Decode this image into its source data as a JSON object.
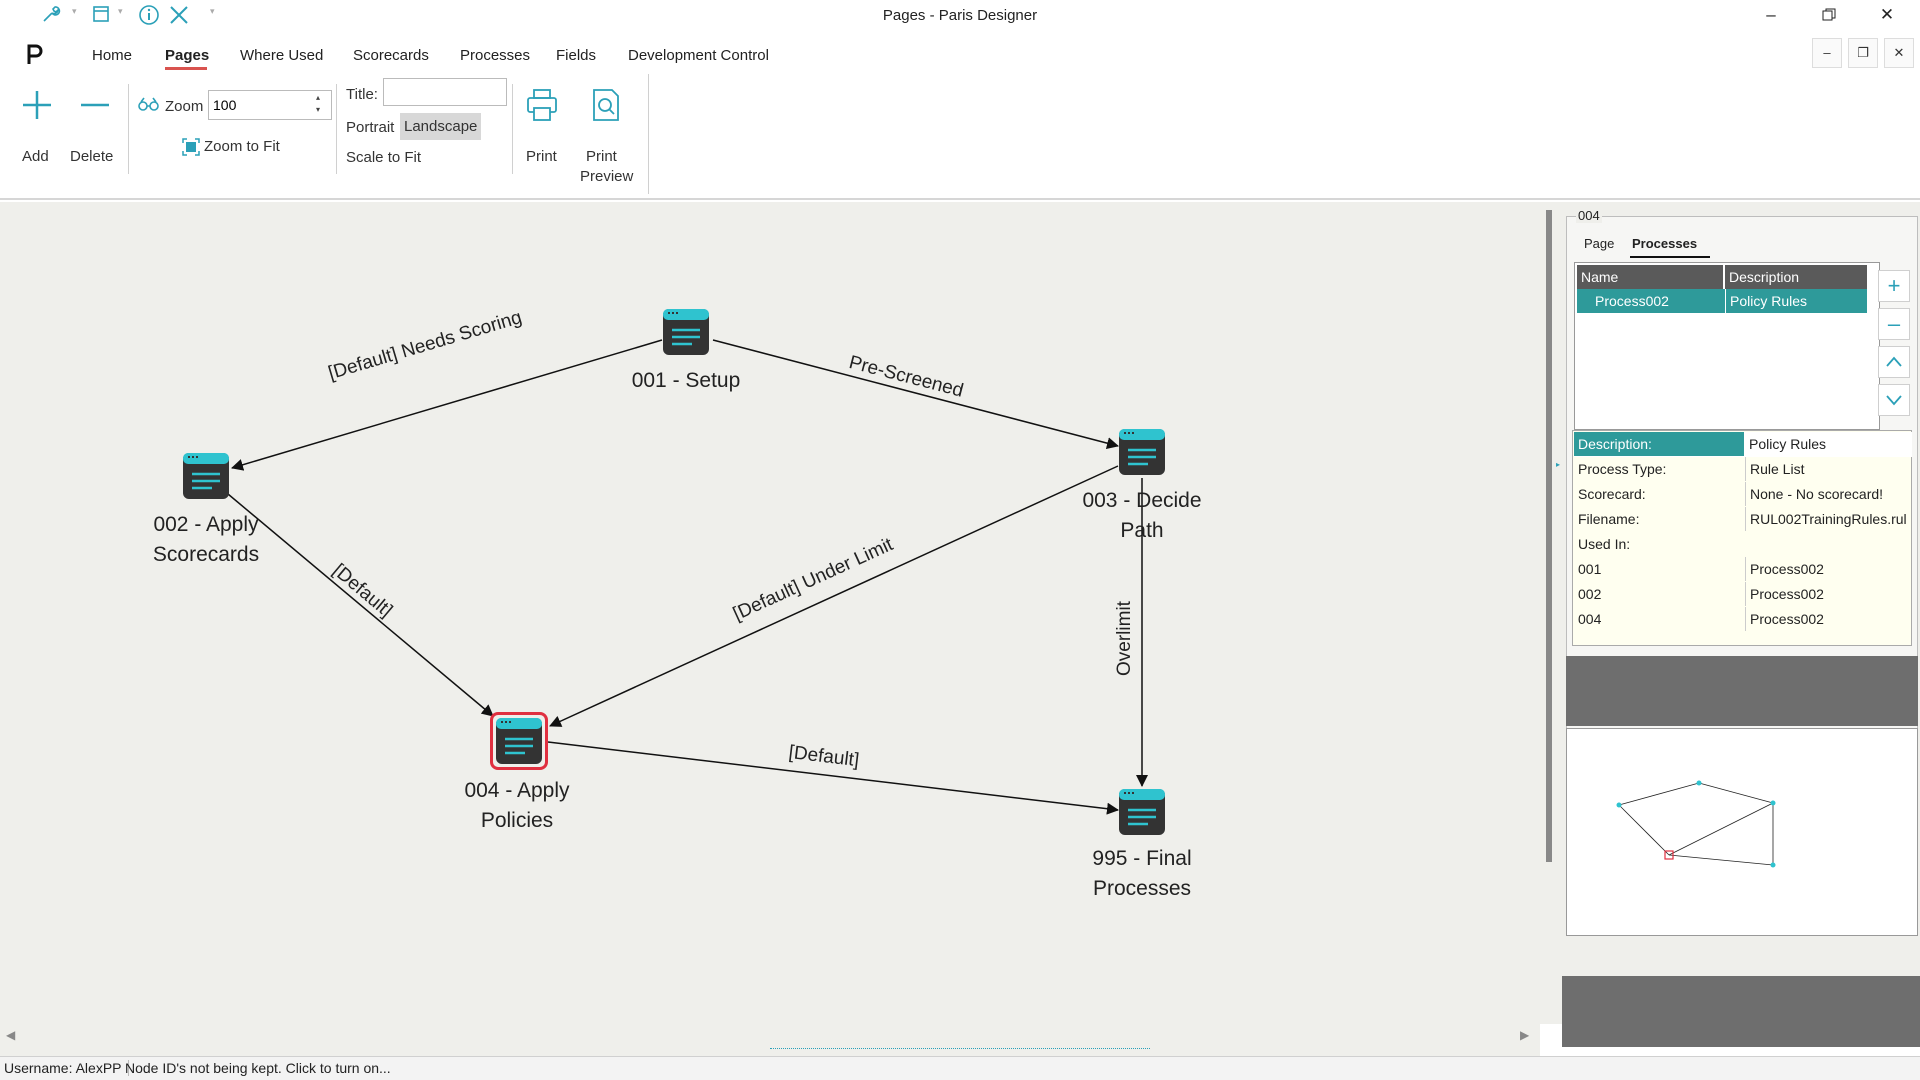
{
  "window": {
    "title": "Pages - Paris Designer"
  },
  "menu": {
    "items": [
      {
        "label": "Home"
      },
      {
        "label": "Pages"
      },
      {
        "label": "Where Used"
      },
      {
        "label": "Scorecards"
      },
      {
        "label": "Processes"
      },
      {
        "label": "Fields"
      },
      {
        "label": "Development Control"
      }
    ],
    "active": "Pages"
  },
  "ribbon": {
    "add_label": "Add",
    "delete_label": "Delete",
    "zoom_label": "Zoom",
    "zoom_value": "100",
    "zoom_to_fit_label": "Zoom to Fit",
    "title_label": "Title:",
    "title_value": "",
    "portrait_label": "Portrait",
    "landscape_label": "Landscape",
    "scale_to_fit_label": "Scale to Fit",
    "print_label": "Print",
    "print_preview_label_1": "Print",
    "print_preview_label_2": "Preview"
  },
  "diagram": {
    "nodes": [
      {
        "id": "001",
        "line1": "001 - Setup",
        "line2": "",
        "selected": false
      },
      {
        "id": "002",
        "line1": "002 - Apply",
        "line2": "Scorecards",
        "selected": false
      },
      {
        "id": "003",
        "line1": "003 - Decide",
        "line2": "Path",
        "selected": false
      },
      {
        "id": "004",
        "line1": "004 - Apply",
        "line2": "Policies",
        "selected": true
      },
      {
        "id": "995",
        "line1": "995 - Final",
        "line2": "Processes",
        "selected": false
      }
    ],
    "edges": [
      {
        "from": "001",
        "to": "002",
        "label": "[Default] Needs Scoring"
      },
      {
        "from": "001",
        "to": "003",
        "label": "Pre-Screened"
      },
      {
        "from": "002",
        "to": "004",
        "label": "[Default]"
      },
      {
        "from": "003",
        "to": "004",
        "label": "[Default] Under Limit"
      },
      {
        "from": "003",
        "to": "995",
        "label": "Overlimit"
      },
      {
        "from": "004",
        "to": "995",
        "label": "[Default]"
      }
    ]
  },
  "panel": {
    "group_title": "004",
    "tabs": [
      {
        "label": "Page"
      },
      {
        "label": "Processes"
      }
    ],
    "active_tab": "Processes",
    "grid": {
      "columns": [
        "Name",
        "Description"
      ],
      "rows": [
        {
          "name": "Process002",
          "description": "Policy Rules"
        }
      ]
    },
    "properties": [
      {
        "key": "Description:",
        "value": "Policy Rules"
      },
      {
        "key": "Process Type:",
        "value": "Rule List"
      },
      {
        "key": "Scorecard:",
        "value": "None - No scorecard!"
      },
      {
        "key": "Filename:",
        "value": "RUL002TrainingRules.rul"
      },
      {
        "key": "Used In:",
        "value": ""
      },
      {
        "key": "001",
        "value": "Process002"
      },
      {
        "key": "002",
        "value": "Process002"
      },
      {
        "key": "004",
        "value": "Process002"
      }
    ]
  },
  "status": {
    "username": "Username: AlexPP",
    "message": "Node ID's not being kept.  Click to turn on..."
  },
  "colors": {
    "accent": "#2ba0b8",
    "node_dark": "#333333",
    "node_teal": "#2fc3cf",
    "selected_border": "#e03040",
    "selected_row": "#2e9a9a",
    "header_dark": "#5a5a5a"
  }
}
